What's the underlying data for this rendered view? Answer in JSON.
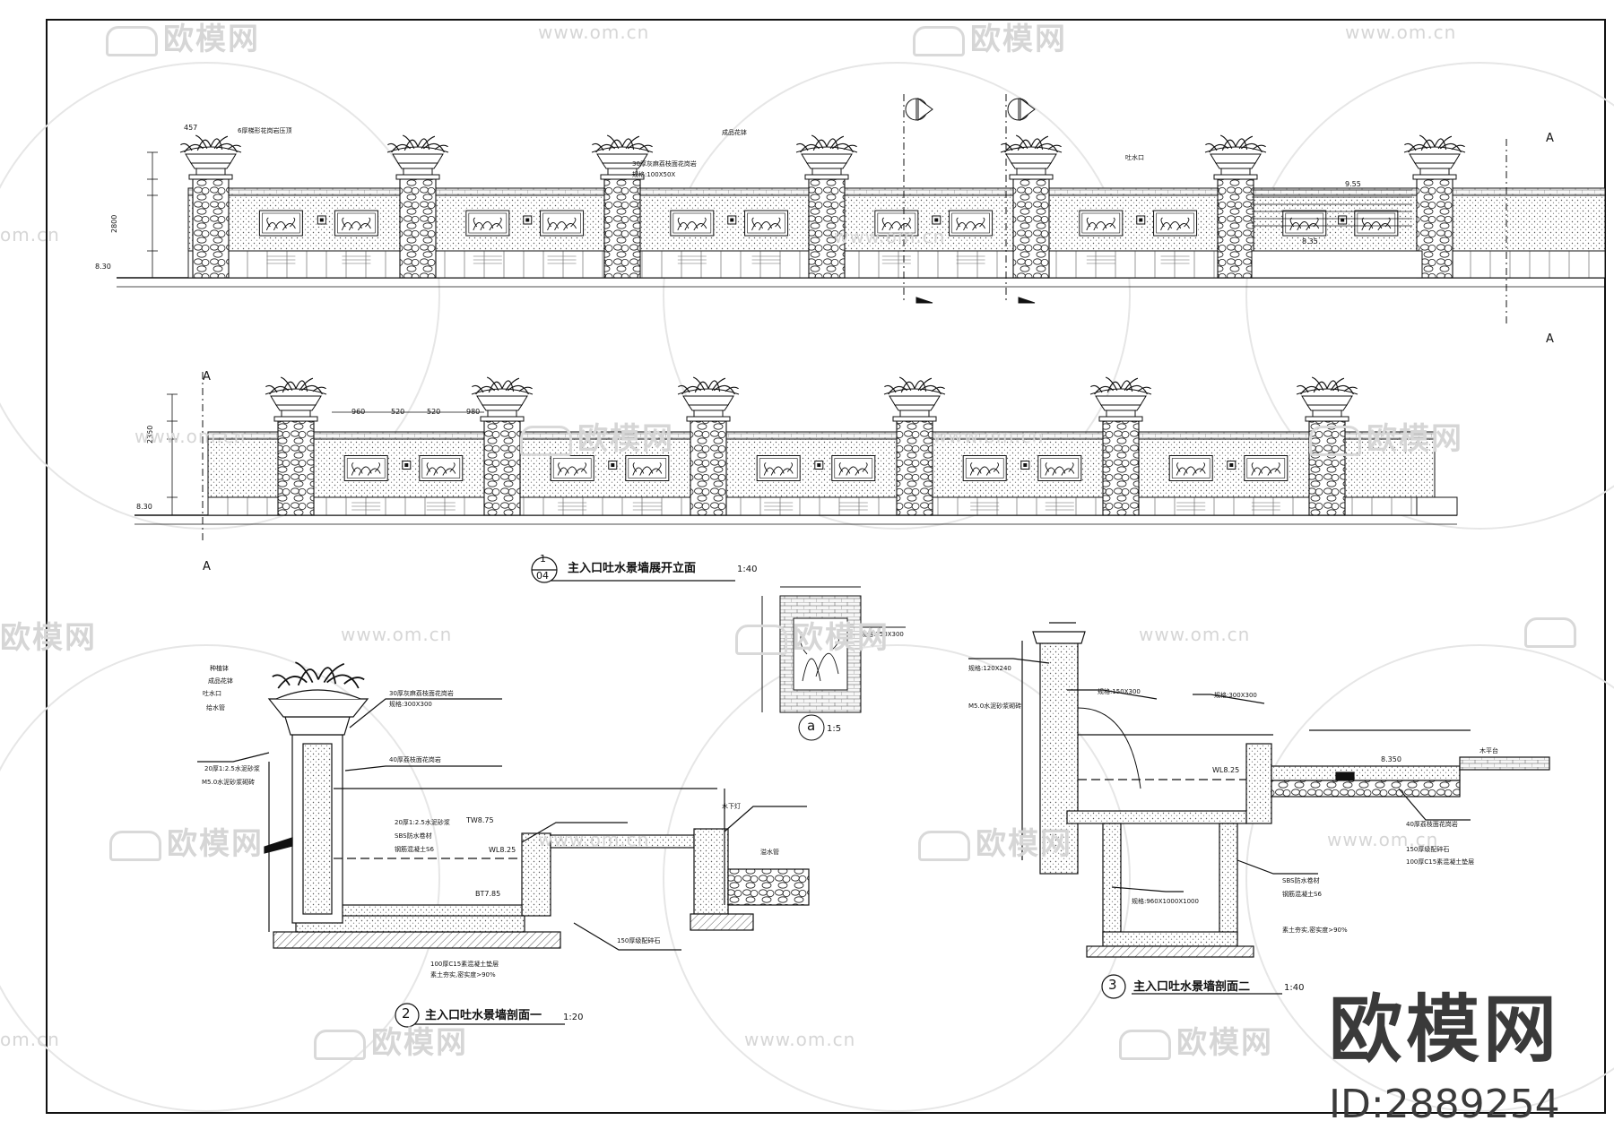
{
  "watermark": {
    "brand": "欧模网",
    "url": "www.om.cn",
    "url_short": "om.cn"
  },
  "brand_mark": {
    "name": "欧模网",
    "id_label": "ID:2889254"
  },
  "drawings": {
    "elevation": {
      "title": "主入口吐水景墙展开立面",
      "ref_top": "1",
      "ref_bottom": "04",
      "scale": "1:40",
      "section_mark": "A"
    },
    "section_one": {
      "number": "2",
      "title": "主入口吐水景墙剖面一",
      "scale": "1:20"
    },
    "section_two": {
      "number": "3",
      "title": "主入口吐水景墙剖面二",
      "scale": "1:40"
    },
    "detail_a": {
      "mark": "a",
      "scale": "1:5"
    }
  },
  "dimensions": {
    "top_pier_width": "457",
    "lower_spacing": [
      "960",
      "520",
      "520",
      "980"
    ],
    "wall_heights": [
      "2800",
      "2350"
    ],
    "ground_level": "8.30",
    "water_levels": [
      "WL8.25",
      "BT7.85",
      "TW8.75",
      "WL8.25",
      "8.350",
      "9.55",
      "8.35"
    ]
  },
  "annotations": {
    "cap": "6厚梯形花岗岩压顶",
    "facing": "30厚灰麻荔枝面花岗岩",
    "block": "规格:100X50X",
    "pot": "种植钵",
    "planter": "成品花钵",
    "nozzle": "吐水口",
    "pump": "给水管",
    "base": "20厚1:2.5水泥砂浆",
    "concrete": "100厚C15素混凝土垫层",
    "soil": "素土夯实,密实度>90%",
    "drain": "溢水管",
    "paving": "40厚荔枝面花岗岩",
    "gravel": "150厚级配碎石",
    "mortar": "M5.0水泥砂浆砌砖",
    "tile": "规格:300X300",
    "side": "规格:120X240",
    "stone": "规格:150X300",
    "pool": "规格:960X1000X1000",
    "edge": "20厚1:2.5水泥砂浆",
    "waterproof": "SBS防水卷材",
    "rebar": "钢筋混凝土S6",
    "light": "水下灯",
    "deck": "木平台"
  }
}
